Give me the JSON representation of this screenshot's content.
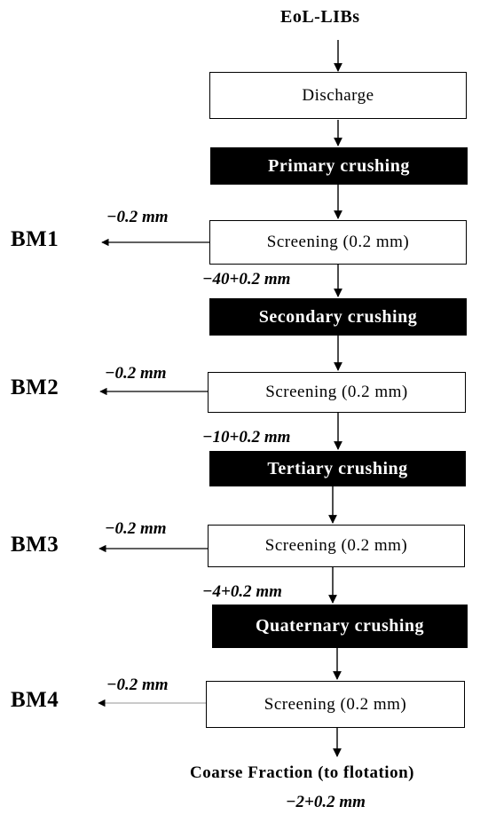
{
  "input": "EoL-LIBs",
  "discharge": "Discharge",
  "stages": [
    {
      "crushing": "Primary crushing",
      "screening": "Screening (0.2 mm)",
      "bm": "BM1",
      "undersize": "−0.2 mm",
      "oversize": "−40+0.2 mm"
    },
    {
      "crushing": "Secondary crushing",
      "screening": "Screening (0.2 mm)",
      "bm": "BM2",
      "undersize": "−0.2 mm",
      "oversize": "−10+0.2 mm"
    },
    {
      "crushing": "Tertiary crushing",
      "screening": "Screening (0.2 mm)",
      "bm": "BM3",
      "undersize": "−0.2 mm",
      "oversize": "−4+0.2 mm"
    },
    {
      "crushing": "Quaternary crushing",
      "screening": "Screening (0.2 mm)",
      "bm": "BM4",
      "undersize": "−0.2 mm"
    }
  ],
  "output": {
    "label": "Coarse Fraction (to flotation)",
    "size": "−2+0.2 mm"
  },
  "colors": {
    "dark_box": "#000000",
    "light_box": "#ffffff",
    "line": "#000000",
    "faint_line": "#aaaaaa"
  }
}
